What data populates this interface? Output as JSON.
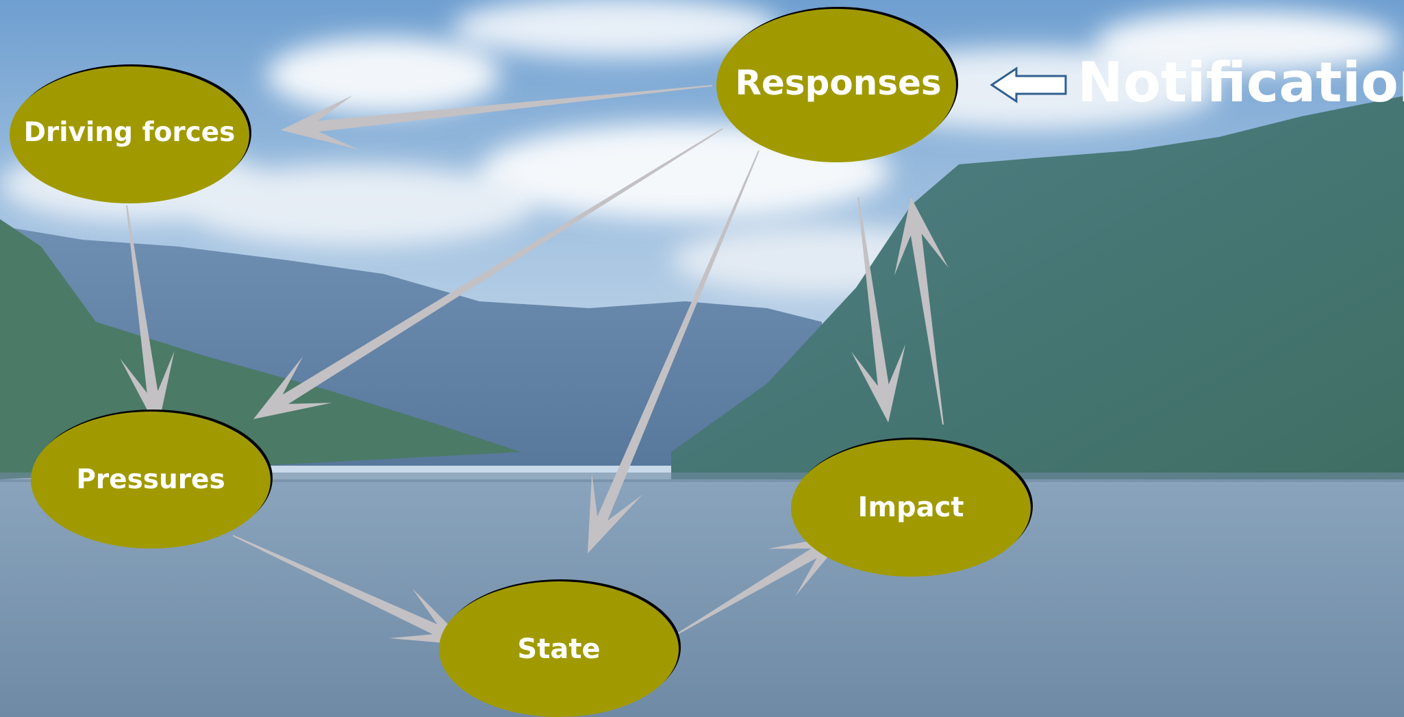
{
  "diagram": {
    "nodes": [
      {
        "id": "driving-forces",
        "label": "Driving forces"
      },
      {
        "id": "pressures",
        "label": "Pressures"
      },
      {
        "id": "state",
        "label": "State"
      },
      {
        "id": "impact",
        "label": "Impact"
      },
      {
        "id": "responses",
        "label": "Responses"
      }
    ],
    "edges": [
      {
        "from": "responses",
        "to": "driving-forces"
      },
      {
        "from": "responses",
        "to": "pressures"
      },
      {
        "from": "responses",
        "to": "state"
      },
      {
        "from": "responses",
        "to": "impact"
      },
      {
        "from": "impact",
        "to": "responses"
      },
      {
        "from": "driving-forces",
        "to": "pressures"
      },
      {
        "from": "pressures",
        "to": "state"
      },
      {
        "from": "state",
        "to": "impact"
      }
    ],
    "notification": {
      "label": "Notification",
      "arrow_points_to": "responses"
    },
    "colors": {
      "node_fill": "#a09a00",
      "node_shadow": "#000000",
      "node_text": "#ffffff",
      "arrow": "#c3c1c4",
      "notification_arrow_fill": "#ffffff",
      "notification_arrow_stroke": "#2f5f8f"
    }
  }
}
